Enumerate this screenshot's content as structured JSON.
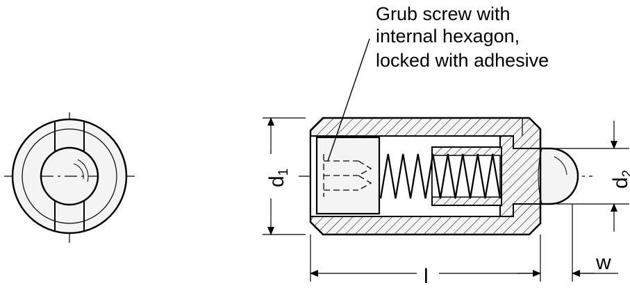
{
  "callout": {
    "line1": "Grub screw with",
    "line2": "internal hexagon,",
    "line3": "locked with adhesive"
  },
  "dimensions": {
    "d1_main": "d",
    "d1_sub": "1",
    "d2_main": "d",
    "d2_sub": "2",
    "length": "l",
    "width": "w"
  },
  "colors": {
    "fill": "#f4f4f4",
    "stroke": "#000000",
    "background": "#ffffff"
  }
}
